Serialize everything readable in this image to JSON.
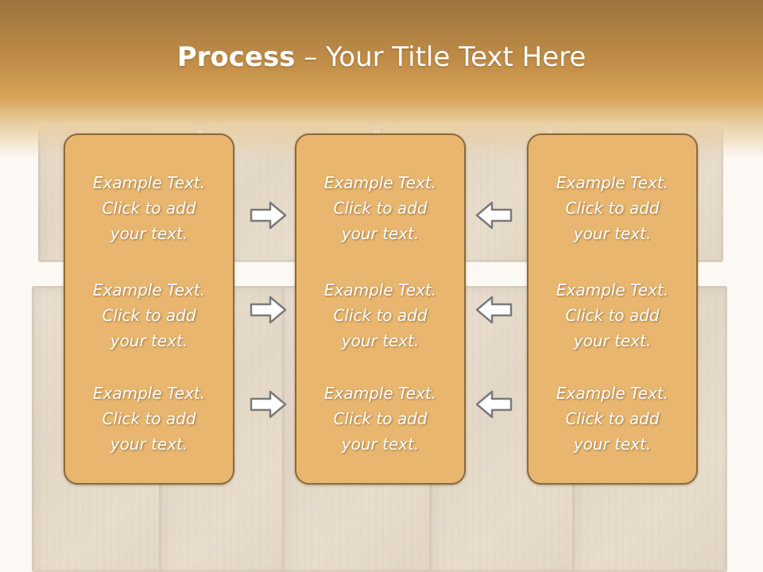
{
  "slide": {
    "title_bold": "Process",
    "title_rest": " – Your Title Text Here"
  },
  "columns": [
    {
      "items": [
        {
          "line1": "Example Text.",
          "line2": "Click  to add",
          "line3": "your text."
        },
        {
          "line1": "Example Text.",
          "line2": "Click  to add",
          "line3": "your text."
        },
        {
          "line1": "Example Text.",
          "line2": "Click  to add",
          "line3": "your text."
        }
      ]
    },
    {
      "items": [
        {
          "line1": "Example Text.",
          "line2": "Click  to add",
          "line3": "your text."
        },
        {
          "line1": "Example Text.",
          "line2": "Click  to add",
          "line3": "your text."
        },
        {
          "line1": "Example Text.",
          "line2": "Click  to add",
          "line3": "your text."
        }
      ]
    },
    {
      "items": [
        {
          "line1": "Example Text.",
          "line2": "Click  to add",
          "line3": "your text."
        },
        {
          "line1": "Example Text.",
          "line2": "Click  to add",
          "line3": "your text."
        },
        {
          "line1": "Example Text.",
          "line2": "Click  to add",
          "line3": "your text."
        }
      ]
    }
  ],
  "arrows": {
    "left_group": "arrow-right-icon",
    "right_group": "arrow-left-icon"
  },
  "colors": {
    "header": "#c28e48",
    "box_fill": "#e8b66f",
    "box_border": "#8b6a3c",
    "text": "#ffffff"
  }
}
